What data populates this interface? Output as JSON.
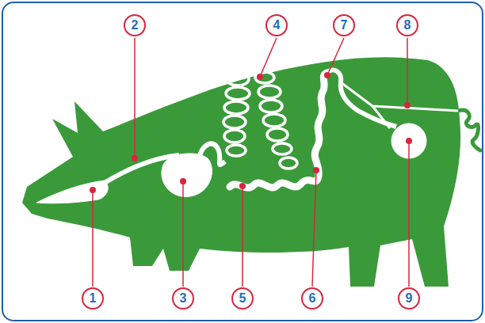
{
  "diagram": {
    "labels": [
      "2",
      "4",
      "7",
      "8",
      "1",
      "3",
      "5",
      "6",
      "9"
    ]
  }
}
